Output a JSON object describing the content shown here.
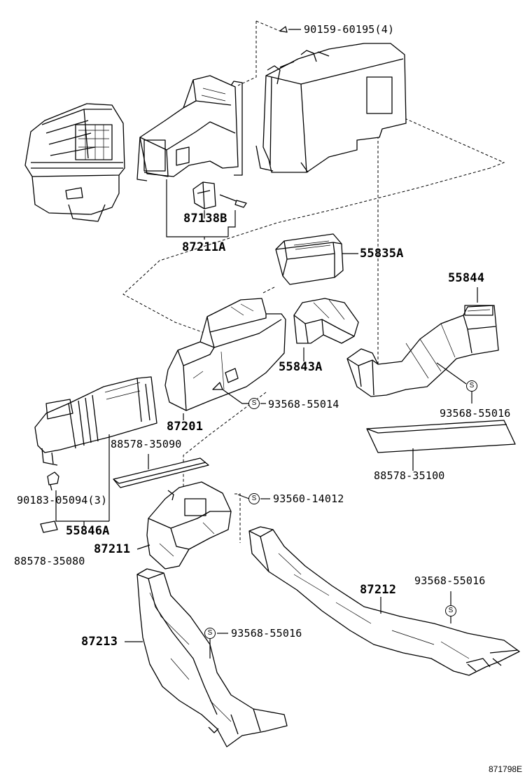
{
  "figure": {
    "ref_code": "871798E"
  },
  "parts": {
    "screw_top": "90159-60195(4)",
    "p87138b": "87138B",
    "p87211a": "87211A",
    "p55835a": "55835A",
    "p55844": "55844",
    "p55843a": "55843A",
    "p87201": "87201",
    "clip_87201": "93568-55014",
    "clip_55844": "93568-55016",
    "p88578_35090": "88578-35090",
    "p88578_35100": "88578-35100",
    "p90183": "90183-05094(3)",
    "p55846a": "55846A",
    "clip_87211": "93560-14012",
    "p87211": "87211",
    "p88578_35080": "88578-35080",
    "p87212": "87212",
    "clip_87212": "93568-55016",
    "p87213": "87213",
    "clip_87213": "93568-55016"
  },
  "symbols": {
    "clip_mark": "S"
  }
}
